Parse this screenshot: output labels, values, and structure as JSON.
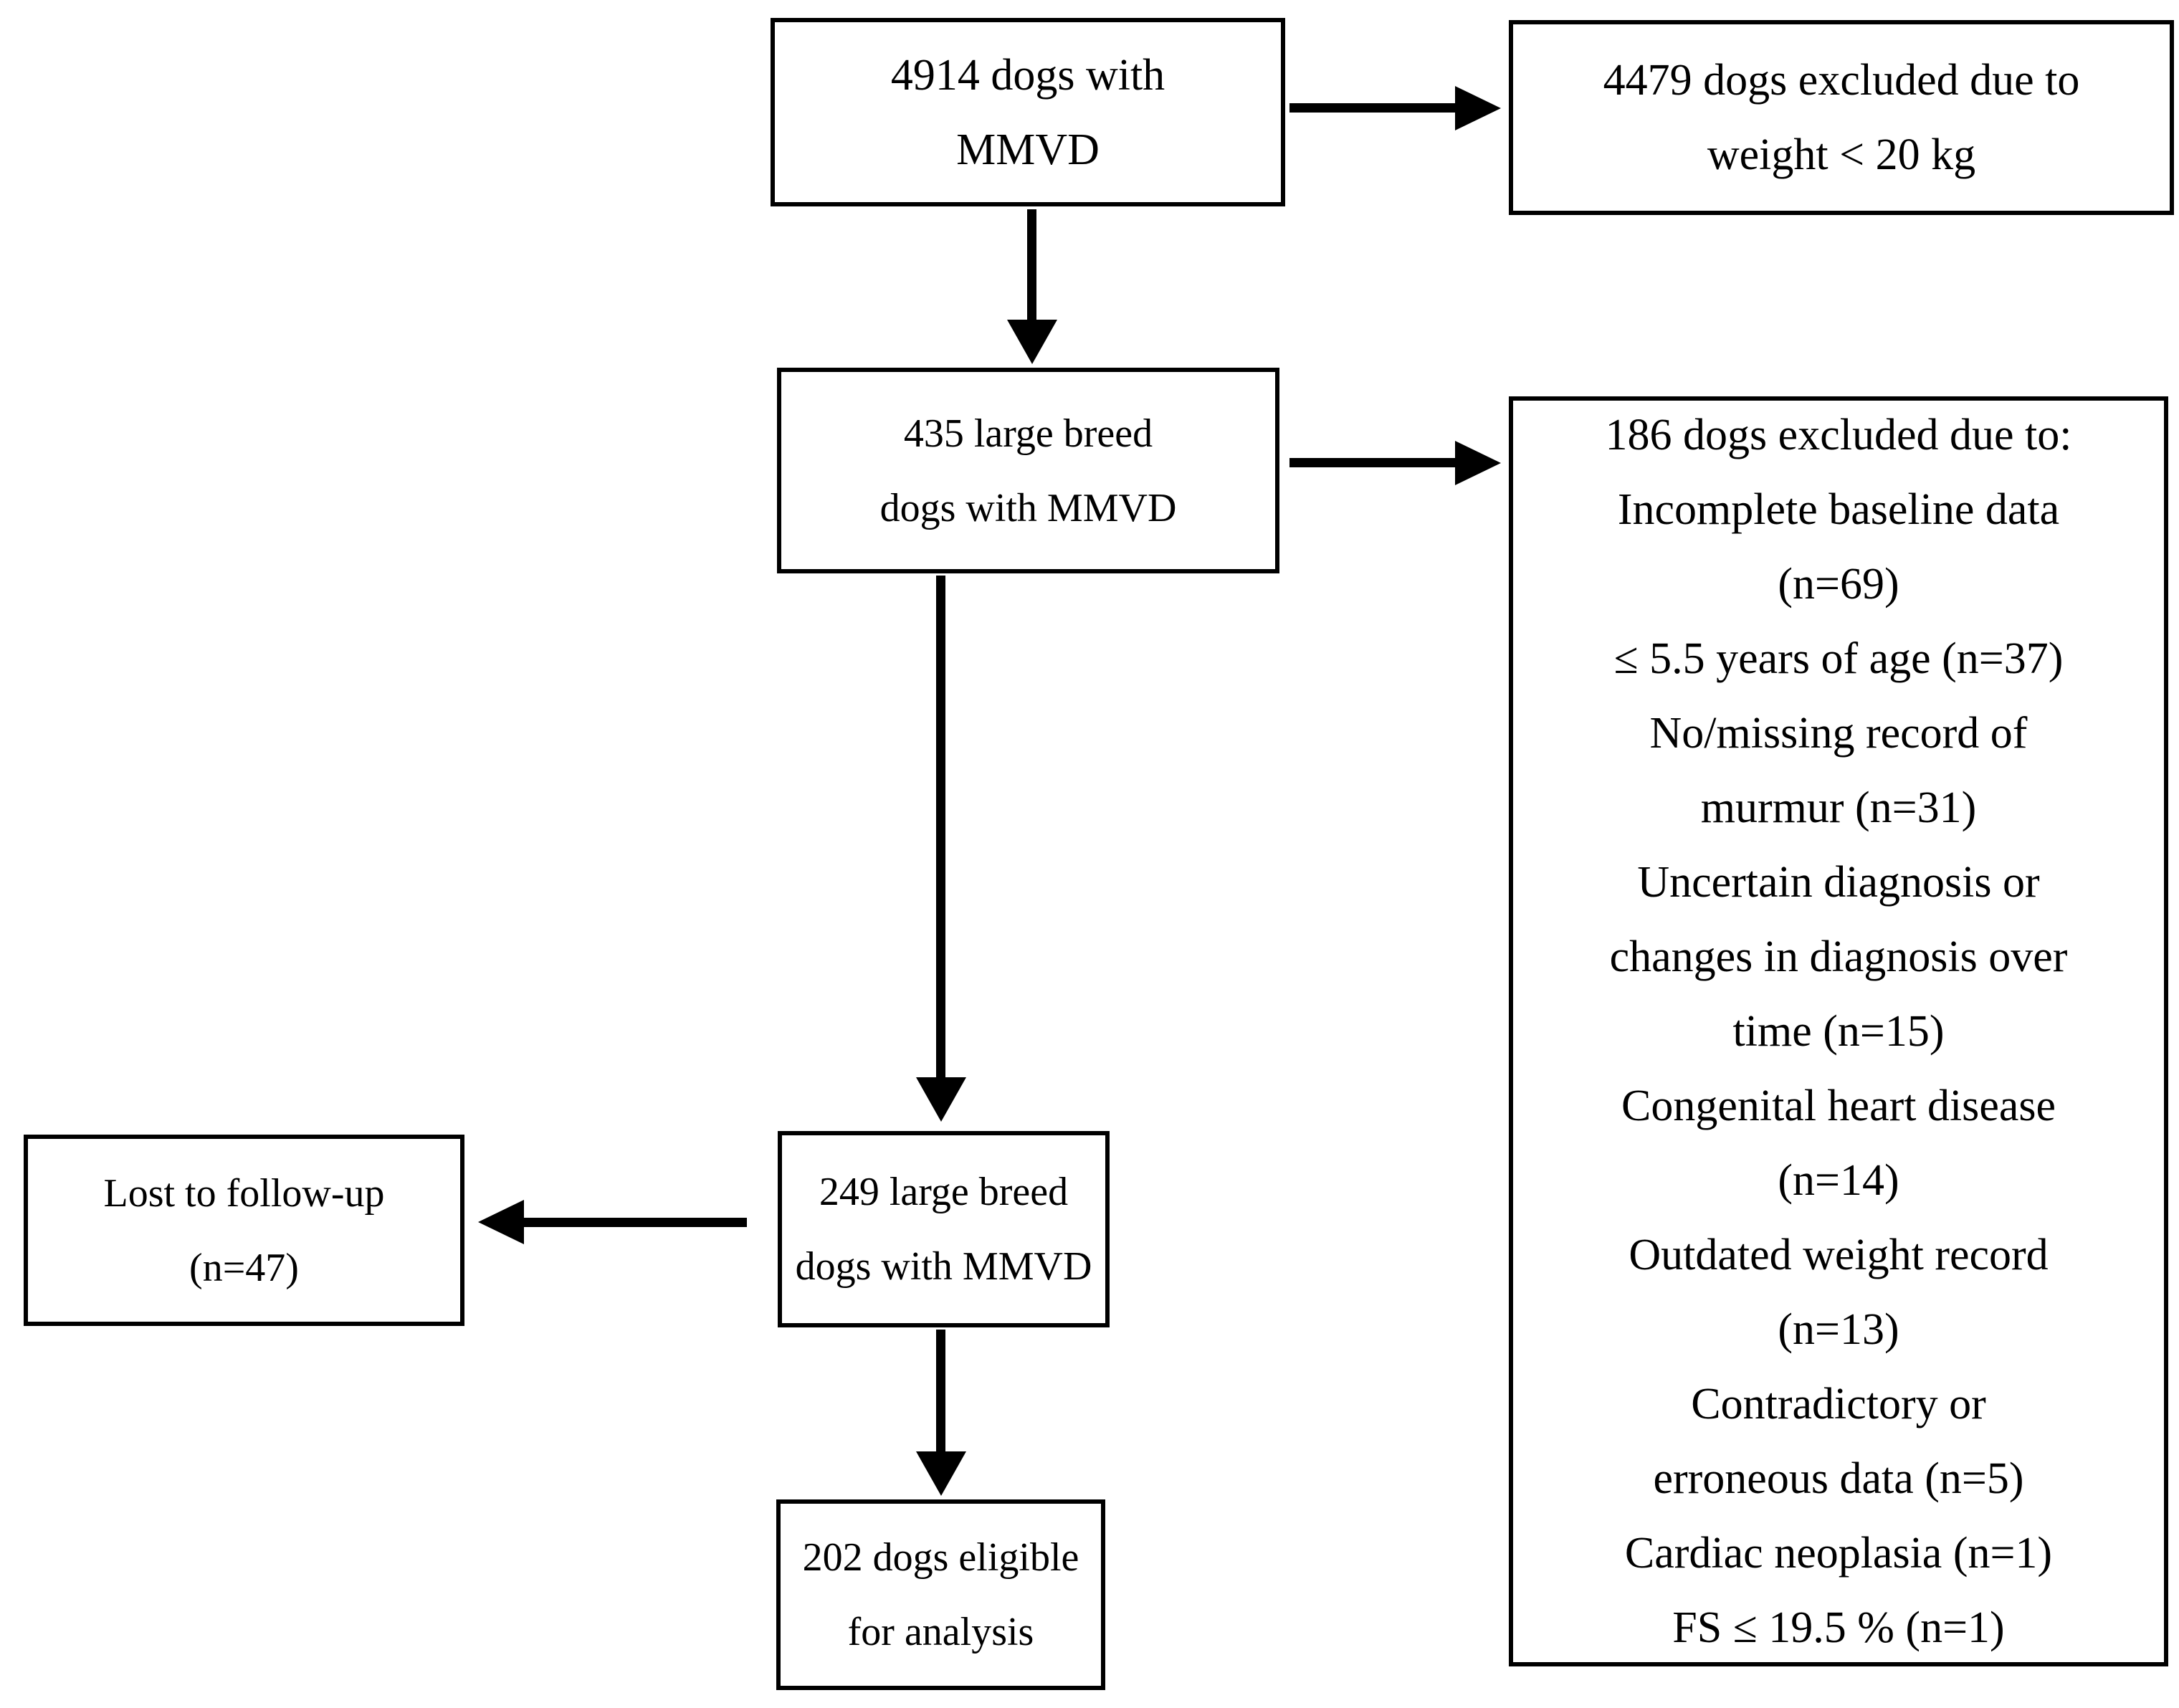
{
  "flowchart": {
    "title": "Dog study selection flow diagram",
    "colors": {
      "line": "#000000",
      "background": "#ffffff",
      "text": "#000000"
    },
    "nodes": {
      "total": {
        "lines": [
          "4914 dogs with",
          "MMVD"
        ]
      },
      "excluded_weight": {
        "lines": [
          "4479 dogs excluded due to",
          "weight < 20 kg"
        ]
      },
      "large_breed": {
        "lines": [
          "435 large breed",
          "dogs with MMVD"
        ]
      },
      "exclusion_reasons": {
        "lines": [
          "186 dogs excluded due to:",
          "Incomplete baseline data",
          "(n=69)",
          "≤ 5.5 years of age (n=37)",
          "No/missing record of",
          "murmur (n=31)",
          "Uncertain diagnosis or",
          "changes in diagnosis over",
          "time (n=15)",
          "Congenital heart disease",
          "(n=14)",
          "Outdated weight record",
          "(n=13)",
          "Contradictory or",
          "erroneous data (n=5)",
          "Cardiac neoplasia (n=1)",
          "FS ≤ 19.5 % (n=1)"
        ]
      },
      "followed": {
        "lines": [
          "249 large breed",
          "dogs with MMVD"
        ]
      },
      "lost_followup": {
        "lines": [
          "Lost to follow-up",
          "(n=47)"
        ]
      },
      "eligible": {
        "lines": [
          "202 dogs eligible",
          "for analysis"
        ]
      }
    }
  }
}
